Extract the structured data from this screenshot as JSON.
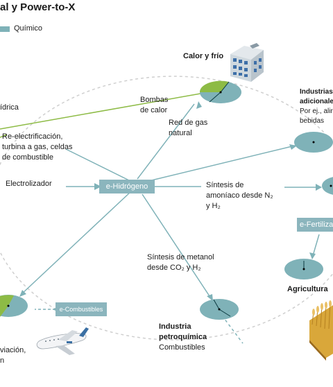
{
  "title": "al y Power-to-X",
  "legend": {
    "label": "Químico",
    "color": "#7fb2b8"
  },
  "colors": {
    "accent": "#7fb2b8",
    "green": "#8dbb45",
    "label_bg": "#8bb5bd",
    "dashed": "#cccccc"
  },
  "hub": {
    "label": "e-Hidrógeno"
  },
  "carriers": {
    "fertilizer": "e-Fertiliza",
    "fuels": "e-Combustibles"
  },
  "nodes": {
    "heat": "Calor y frío",
    "industries_title": "Industrias\nadicionale",
    "industries_sub": "Por ej., alir\nbebidas",
    "agriculture": "Agricultura",
    "petrochem_title": "Industria\npetroquímica",
    "petrochem_sub": "Combustibles"
  },
  "labels": {
    "hydro": "ídrica",
    "heat_pumps": "Bombas\nde calor",
    "gas_grid": "Red de gas\nnatural",
    "reelectrification": "Re-electrificación,\nturbina a gas, celdas\nde combustible",
    "electrolyzer": "Electrolizador",
    "ammonia": "Síntesis de\namoníaco desde N₂\ny H₂",
    "methanol": "Síntesis de metanol\ndesde CO₂ y H₂",
    "aviation": "viación,\nn"
  }
}
